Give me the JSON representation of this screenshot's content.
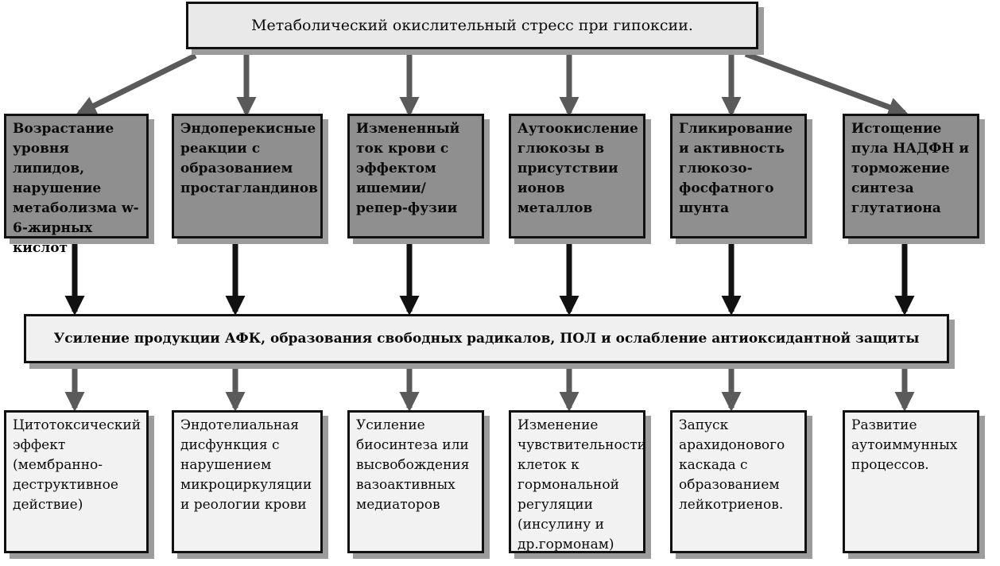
{
  "top_box": "Метаболический окислительный стресс при гипоксии.",
  "causes": [
    "Возрастание уровня липидов, нарушение метаболизма w-6-жирных кислот",
    "Эндоперекисные реакции с образованием простагландинов",
    "Измененный ток крови с эффектом ишемии/репер-фузии",
    "Аутоокисление глюкозы в присутствии ионов металлов",
    "Гликирование и активность глюкозо-фосфатного шунта",
    "Истощение пула НАДФН и торможение синтеза глутатиона"
  ],
  "middle_box": "Усиление продукции АФК, образования свободных радикалов, ПОЛ и ослабление антиоксидантной защиты",
  "effects": [
    "Цитотоксический эффект (мембранно-деструктивное действие)",
    "Эндотелиальная дисфункция с нарушением микроциркуляции и реологии крови",
    "Усиление биосинтеза или высвобождения вазоактивных медиаторов",
    "Изменение чувствительности клеток к гормональной регуляции (инсулину и др.гормонам)",
    "Запуск арахидонового каскада с образованием лейкотриенов.",
    "Развитие аутоиммунных процессов."
  ],
  "colors": {
    "cause_fill": "#8f8f8f",
    "top_fill": "#e9e9e9",
    "effect_fill": "#f2f2f2",
    "arrow_gray": "#5a5a5a",
    "arrow_black": "#111111"
  }
}
